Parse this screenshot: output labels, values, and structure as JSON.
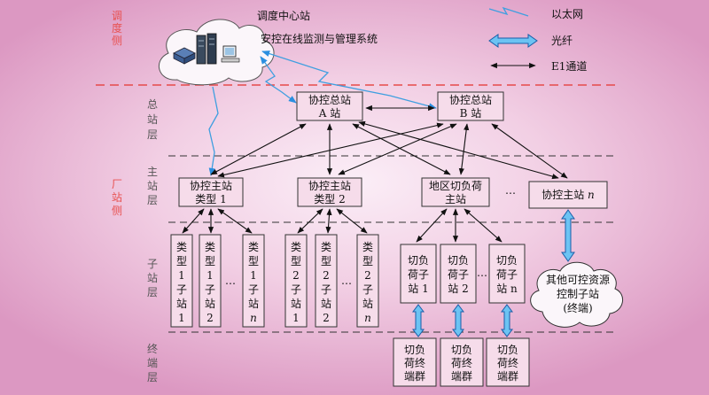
{
  "side_labels": {
    "dispatch_side": [
      "调",
      "度",
      "侧"
    ],
    "plant_side": [
      "厂",
      "站",
      "侧"
    ],
    "master_layer": [
      "总",
      "站",
      "层"
    ],
    "main_layer": [
      "主",
      "站",
      "层"
    ],
    "sub_layer": [
      "子",
      "站",
      "层"
    ],
    "terminal_layer": [
      "终",
      "端",
      "层"
    ]
  },
  "dispatch_center": {
    "title": "调度中心站",
    "system": "安控在线监测与管理系统"
  },
  "legend": {
    "ethernet": "以太网",
    "fiber": "光纤",
    "e1": "E1通道"
  },
  "master_stations": [
    {
      "line1": "协控总站",
      "line2": "A 站"
    },
    {
      "line1": "协控总站",
      "line2": "B 站"
    }
  ],
  "main_stations": [
    {
      "line1": "协控主站",
      "line2": "类型 1"
    },
    {
      "line1": "协控主站",
      "line2": "类型 2"
    },
    {
      "line1": "地区切负荷",
      "line2": "主站"
    },
    {
      "line1": "协控主站 n"
    }
  ],
  "ellipsis": "…",
  "type1_subs": [
    [
      "类",
      "型",
      "1",
      "子",
      "站",
      "1"
    ],
    [
      "类",
      "型",
      "1",
      "子",
      "站",
      "2"
    ],
    [
      "类",
      "型",
      "1",
      "子",
      "站",
      "n"
    ]
  ],
  "type2_subs": [
    [
      "类",
      "型",
      "2",
      "子",
      "站",
      "1"
    ],
    [
      "类",
      "型",
      "2",
      "子",
      "站",
      "2"
    ],
    [
      "类",
      "型",
      "2",
      "子",
      "站",
      "n"
    ]
  ],
  "load_subs": [
    [
      "切负",
      "荷子",
      "站 1"
    ],
    [
      "切负",
      "荷子",
      "站 2"
    ],
    [
      "切负",
      "荷子",
      "站 n"
    ]
  ],
  "other_resource": [
    "其他可控资源",
    "控制子站",
    "(终端)"
  ],
  "terminals": [
    [
      "切负",
      "荷终",
      "端群"
    ],
    [
      "切负",
      "荷终",
      "端群"
    ],
    [
      "切负",
      "荷终",
      "端群"
    ]
  ]
}
